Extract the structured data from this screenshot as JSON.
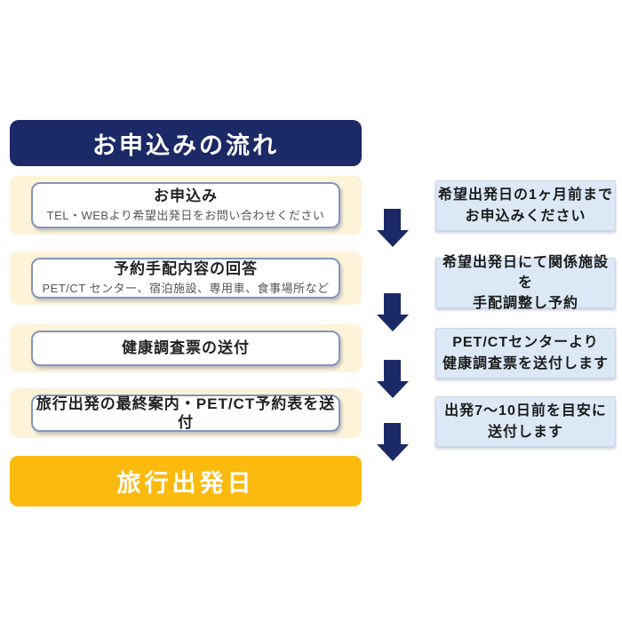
{
  "colors": {
    "navy": "#1b2a66",
    "cream": "#fdf3d9",
    "gold": "#fcba0f",
    "light_blue": "#dce8f5",
    "box_border": "#8494bd",
    "note_border": "#c9d6e8",
    "title_text": "#222222",
    "sub_text": "#555555",
    "note_text": "#1b1b1b"
  },
  "header": {
    "title": "お申込みの流れ"
  },
  "steps": [
    {
      "title": "お申込み",
      "subtitle": "TEL・WEBより希望出発日をお問い合わせください"
    },
    {
      "title": "予約手配内容の回答",
      "subtitle": "PET/CT センター、宿泊施設、専用車、食事場所など"
    },
    {
      "title": "健康調査票の送付",
      "subtitle": ""
    },
    {
      "title": "旅行出発の最終案内・PET/CT予約表を送付",
      "subtitle": ""
    }
  ],
  "notes": [
    {
      "line1": "希望出発日の1ヶ月前まで",
      "line2": "お申込みください"
    },
    {
      "line1": "希望出発日にて関係施設を",
      "line2": "手配調整し予約"
    },
    {
      "line1": "PET/CTセンターより",
      "line2": "健康調査票を送付します"
    },
    {
      "line1": "出発7〜10日前を目安に",
      "line2": "送付します"
    }
  ],
  "footer": {
    "title": "旅行出発日"
  }
}
